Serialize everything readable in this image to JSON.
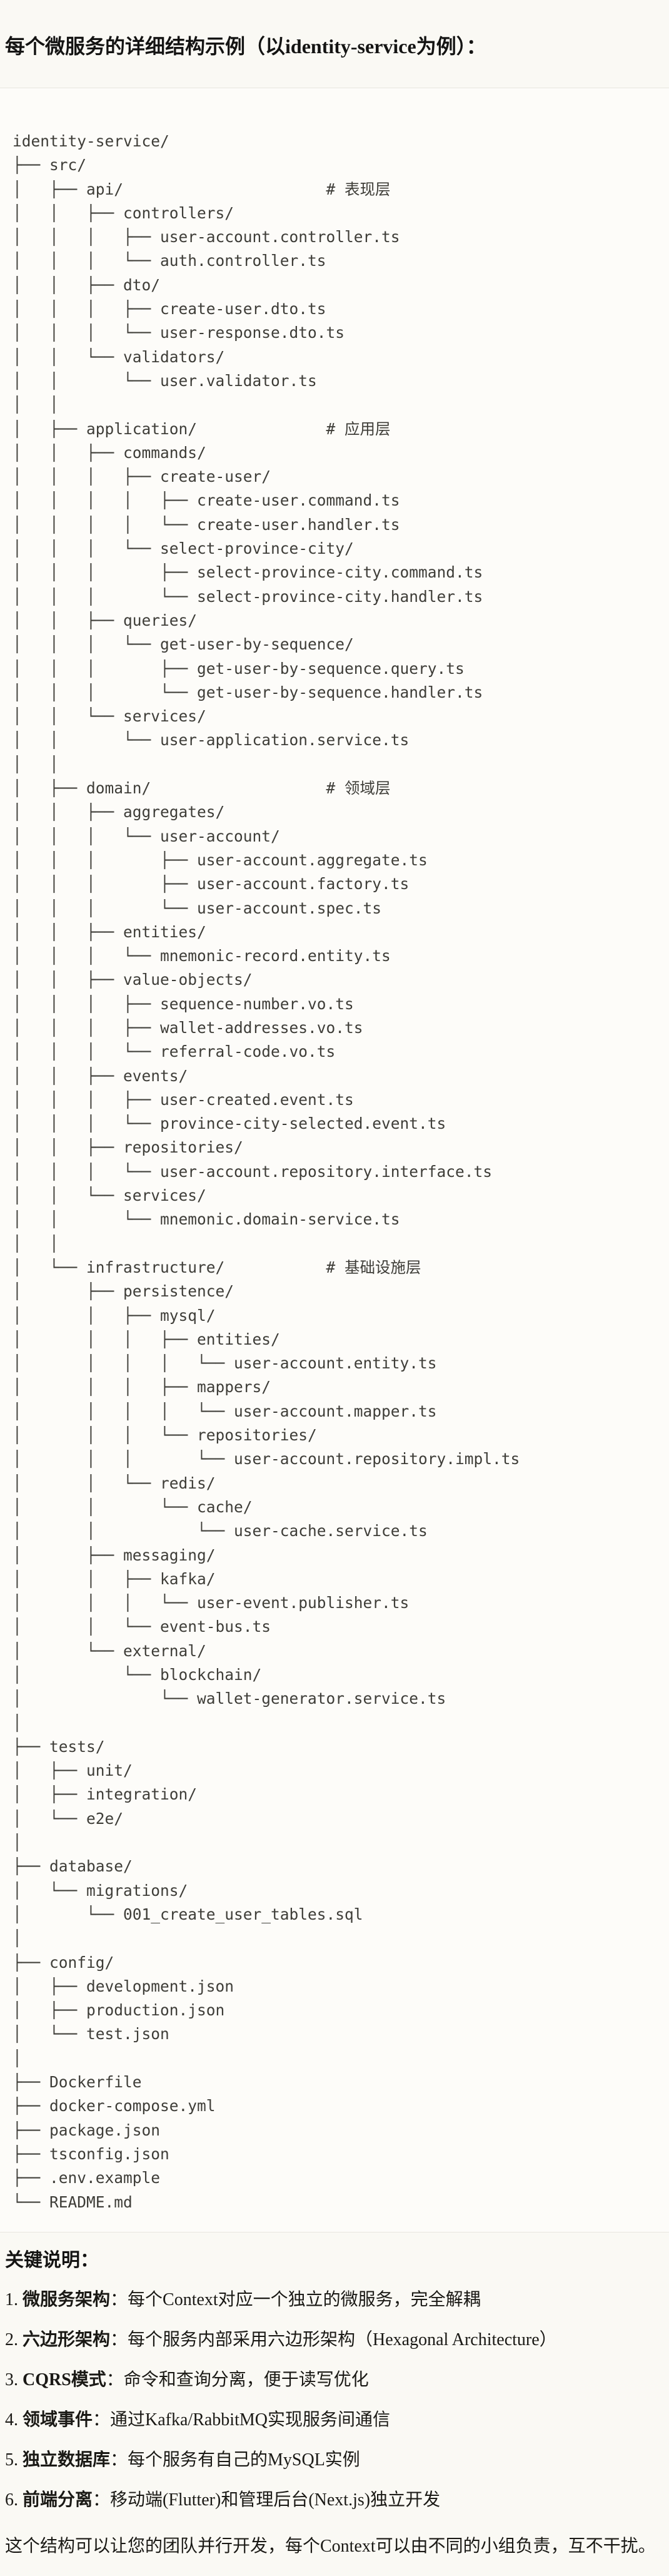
{
  "page": {
    "title": "每个微服务的详细结构示例（以identity-service为例）：",
    "colors": {
      "page_bg": "#FAF9F4",
      "code_bg": "#FDFCF9",
      "code_border": "#E8E6E0",
      "code_text": "#3E3D38",
      "body_text": "#1A1915"
    }
  },
  "code_block": {
    "content_type": "directory-tree",
    "layer_comments": [
      "# 表现层",
      "# 应用层",
      "# 领域层",
      "# 基础设施层"
    ],
    "lines": [
      "identity-service/",
      "├── src/",
      "│   ├── api/                      # 表现层",
      "│   │   ├── controllers/",
      "│   │   │   ├── user-account.controller.ts",
      "│   │   │   └── auth.controller.ts",
      "│   │   ├── dto/",
      "│   │   │   ├── create-user.dto.ts",
      "│   │   │   └── user-response.dto.ts",
      "│   │   └── validators/",
      "│   │       └── user.validator.ts",
      "│   │",
      "│   ├── application/              # 应用层",
      "│   │   ├── commands/",
      "│   │   │   ├── create-user/",
      "│   │   │   │   ├── create-user.command.ts",
      "│   │   │   │   └── create-user.handler.ts",
      "│   │   │   └── select-province-city/",
      "│   │   │       ├── select-province-city.command.ts",
      "│   │   │       └── select-province-city.handler.ts",
      "│   │   ├── queries/",
      "│   │   │   └── get-user-by-sequence/",
      "│   │   │       ├── get-user-by-sequence.query.ts",
      "│   │   │       └── get-user-by-sequence.handler.ts",
      "│   │   └── services/",
      "│   │       └── user-application.service.ts",
      "│   │",
      "│   ├── domain/                   # 领域层",
      "│   │   ├── aggregates/",
      "│   │   │   └── user-account/",
      "│   │   │       ├── user-account.aggregate.ts",
      "│   │   │       ├── user-account.factory.ts",
      "│   │   │       └── user-account.spec.ts",
      "│   │   ├── entities/",
      "│   │   │   └── mnemonic-record.entity.ts",
      "│   │   ├── value-objects/",
      "│   │   │   ├── sequence-number.vo.ts",
      "│   │   │   ├── wallet-addresses.vo.ts",
      "│   │   │   └── referral-code.vo.ts",
      "│   │   ├── events/",
      "│   │   │   ├── user-created.event.ts",
      "│   │   │   └── province-city-selected.event.ts",
      "│   │   ├── repositories/",
      "│   │   │   └── user-account.repository.interface.ts",
      "│   │   └── services/",
      "│   │       └── mnemonic.domain-service.ts",
      "│   │",
      "│   └── infrastructure/           # 基础设施层",
      "│       ├── persistence/",
      "│       │   ├── mysql/",
      "│       │   │   ├── entities/",
      "│       │   │   │   └── user-account.entity.ts",
      "│       │   │   ├── mappers/",
      "│       │   │   │   └── user-account.mapper.ts",
      "│       │   │   └── repositories/",
      "│       │   │       └── user-account.repository.impl.ts",
      "│       │   └── redis/",
      "│       │       └── cache/",
      "│       │           └── user-cache.service.ts",
      "│       ├── messaging/",
      "│       │   ├── kafka/",
      "│       │   │   └── user-event.publisher.ts",
      "│       │   └── event-bus.ts",
      "│       └── external/",
      "│           └── blockchain/",
      "│               └── wallet-generator.service.ts",
      "│",
      "├── tests/",
      "│   ├── unit/",
      "│   ├── integration/",
      "│   └── e2e/",
      "│",
      "├── database/",
      "│   └── migrations/",
      "│       └── 001_create_user_tables.sql",
      "│",
      "├── config/",
      "│   ├── development.json",
      "│   ├── production.json",
      "│   └── test.json",
      "│",
      "├── Dockerfile",
      "├── docker-compose.yml",
      "├── package.json",
      "├── tsconfig.json",
      "├── .env.example",
      "└── README.md"
    ]
  },
  "notes": {
    "heading": "关键说明：",
    "items": [
      {
        "num": "1.",
        "label": "微服务架构",
        "text": "：每个Context对应一个独立的微服务，完全解耦"
      },
      {
        "num": "2.",
        "label": "六边形架构",
        "text": "：每个服务内部采用六边形架构（Hexagonal Architecture）"
      },
      {
        "num": "3.",
        "label": "CQRS模式",
        "text": "：命令和查询分离，便于读写优化"
      },
      {
        "num": "4.",
        "label": "领域事件",
        "text": "：通过Kafka/RabbitMQ实现服务间通信"
      },
      {
        "num": "5.",
        "label": "独立数据库",
        "text": "：每个服务有自己的MySQL实例"
      },
      {
        "num": "6.",
        "label": "前端分离",
        "text": "：移动端(Flutter)和管理后台(Next.js)独立开发"
      }
    ],
    "footer": "这个结构可以让您的团队并行开发，每个Context可以由不同的小组负责，互不干扰。"
  }
}
